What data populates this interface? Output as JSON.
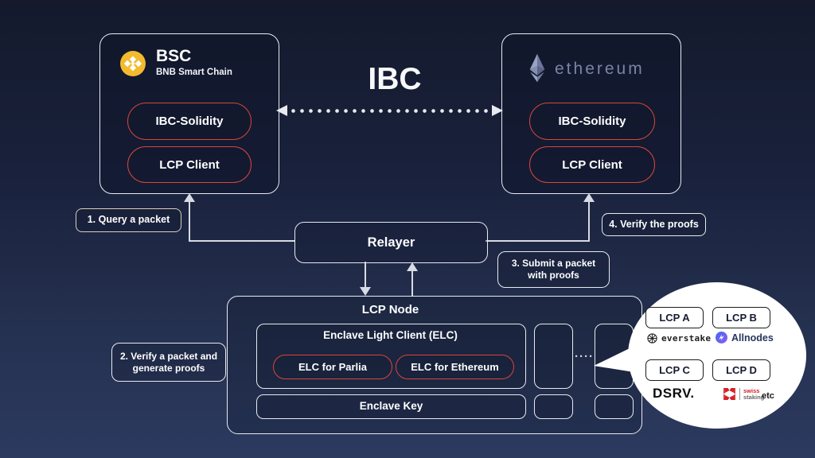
{
  "colors": {
    "accent_red": "#d9453c",
    "bnb_yellow": "#f3ba2f",
    "eth_lavender": "#8a93b5",
    "connector_grey": "#d8dbe3",
    "allnodes_blue": "#4468f2",
    "allnodes_violet": "#8a5cf5",
    "swiss_red": "#d22027",
    "bubble_bg": "#ffffff"
  },
  "ibc": {
    "logo_text": "IBC"
  },
  "bsc": {
    "icon": "bnb-logo",
    "title": "BSC",
    "subtitle": "BNB Smart Chain",
    "components": [
      "IBC-Solidity",
      "LCP Client"
    ]
  },
  "ethereum": {
    "icon": "ethereum-logo",
    "logo_text": "ethereum",
    "components": [
      "IBC-Solidity",
      "LCP Client"
    ]
  },
  "relayer": {
    "label": "Relayer"
  },
  "steps": {
    "step1": "1. Query a packet",
    "step2": "2. Verify a packet and generate proofs",
    "step3": "3. Submit a packet with proofs",
    "step4": "4. Verify the proofs"
  },
  "lcp_node": {
    "title": "LCP Node",
    "elc_title": "Enclave Light Client (ELC)",
    "elc_clients": [
      "ELC for Parlia",
      "ELC for Ethereum"
    ],
    "enclave_key": "Enclave Key",
    "ellipsis": "····"
  },
  "bubble": {
    "lcp_a": "LCP A",
    "lcp_b": "LCP B",
    "lcp_c": "LCP C",
    "lcp_d": "LCP D",
    "everstake": "everstake",
    "everstake_icon": "everstake-globe-icon",
    "allnodes": "Allnodes",
    "allnodes_icon": "allnodes-circle-icon",
    "dsrv": "DSRV.",
    "swiss_line1": "swiss",
    "swiss_line2": "staking",
    "swiss_icon": "swiss-staking-x-icon",
    "etc": "etc"
  }
}
